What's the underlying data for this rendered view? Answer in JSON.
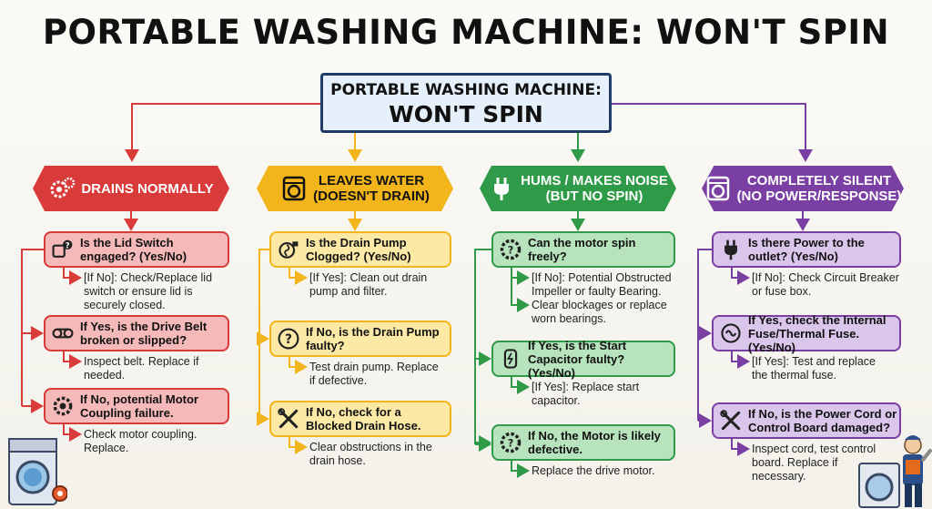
{
  "title": "PORTABLE WASHING MACHINE: WON'T SPIN",
  "root": {
    "line1": "PORTABLE WASHING MACHINE:",
    "line2": "WON'T SPIN"
  },
  "colors": {
    "red": "#d93a3a",
    "red_fill": "#f6b9b9",
    "yellow": "#f2b51c",
    "yellow_fill": "#fce9a6",
    "green": "#2f9a48",
    "green_fill": "#b7e3bd",
    "purple": "#7a3fa3",
    "purple_fill": "#d9c6ea"
  },
  "branches": [
    {
      "category": [
        "DRAINS NORMALLY"
      ],
      "icon": "gears-icon",
      "steps": [
        {
          "question": [
            "Is the Lid Switch",
            "engaged? (Yes/No)"
          ],
          "icon": "lid-switch-icon",
          "note": [
            "[If No]: Check/Replace lid",
            "switch or ensure lid is",
            "securely closed."
          ]
        },
        {
          "question": [
            "If Yes, is the Drive Belt",
            "broken or slipped?"
          ],
          "icon": "belt-icon",
          "note": [
            "Inspect belt. Replace if",
            "needed."
          ]
        },
        {
          "question": [
            "If No, potential Motor",
            "Coupling failure."
          ],
          "icon": "gear-icon",
          "note": [
            "Check motor coupling.",
            "Replace."
          ]
        }
      ]
    },
    {
      "category": [
        "LEAVES WATER",
        "(DOESN'T DRAIN)"
      ],
      "icon": "washer-icon",
      "steps": [
        {
          "question": [
            "Is the Drain Pump",
            "Clogged? (Yes/No)"
          ],
          "icon": "pump-icon",
          "note": [
            "[If Yes]: Clean out drain",
            "pump and filter."
          ]
        },
        {
          "question": [
            "If No, is the Drain Pump",
            "faulty?"
          ],
          "icon": "question-icon",
          "note": [
            "Test drain pump. Replace",
            "if defective."
          ]
        },
        {
          "question": [
            "If No, check for a",
            "Blocked Drain Hose."
          ],
          "icon": "tools-icon",
          "note": [
            "Clear obstructions in the",
            "drain hose."
          ]
        }
      ]
    },
    {
      "category": [
        "HUMS / MAKES NOISE",
        "(BUT NO SPIN)"
      ],
      "icon": "plug-icon",
      "steps": [
        {
          "question": [
            "Can the motor spin freely?"
          ],
          "icon": "gear-question-icon",
          "note": [
            "[If No]: Potential Obstructed",
            "Impeller or faulty Bearing.",
            "Clear blockages or replace",
            "worn bearings."
          ]
        },
        {
          "question": [
            "If Yes, is the Start",
            "Capacitor faulty? (Yes/No)"
          ],
          "icon": "capacitor-icon",
          "note": [
            "[If Yes]: Replace start",
            "capacitor."
          ]
        },
        {
          "question": [
            "If No, the Motor is likely",
            "defective."
          ],
          "icon": "gear-question-icon",
          "note": [
            "Replace the drive motor."
          ]
        }
      ]
    },
    {
      "category": [
        "COMPLETELY SILENT",
        "(NO POWER/RESPONSE)"
      ],
      "icon": "washer-icon",
      "steps": [
        {
          "question": [
            "Is there Power to the",
            "outlet? (Yes/No)"
          ],
          "icon": "plug-icon",
          "note": [
            "[If No]: Check Circuit Breaker",
            "or fuse box."
          ]
        },
        {
          "question": [
            "If Yes, check the Internal",
            "Fuse/Thermal Fuse. (Yes/No)"
          ],
          "icon": "fuse-icon",
          "note": [
            "[If Yes]: Test and replace",
            "the thermal fuse."
          ]
        },
        {
          "question": [
            "If No, is the Power Cord or",
            "Control Board damaged?"
          ],
          "icon": "tools-icon",
          "note": [
            "Inspect cord, test control",
            "board. Replace if",
            "necessary."
          ]
        }
      ]
    }
  ]
}
